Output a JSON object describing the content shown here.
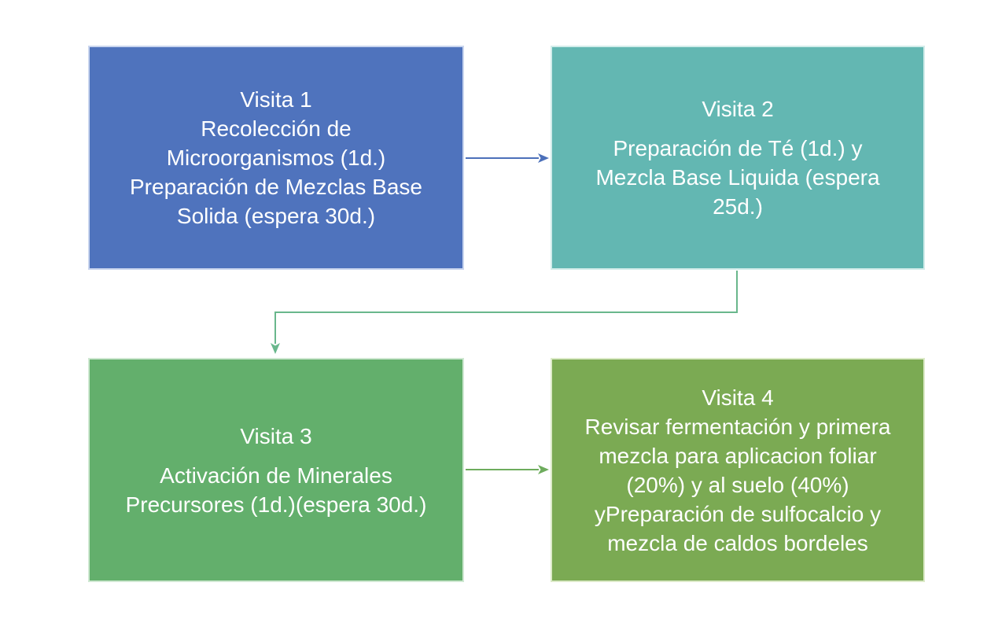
{
  "page": {
    "background": "#FFFFFF"
  },
  "diagram": {
    "type": "flowchart",
    "nodes": [
      {
        "id": "visita-1",
        "title": "Visita 1",
        "body": "Recolección de\nMicroorganismos (1d.)\nPreparación de Mezclas Base\nSolida (espera 30d.)",
        "fill": "#4F73BD",
        "border_color": "#C9D5EE",
        "text_color": "#FFFFFF"
      },
      {
        "id": "visita-2",
        "title": "Visita 2",
        "body": "Preparación de Té  (1d.) y\nMezcla Base Liquida (espera\n25d.)",
        "fill": "#63B7B2",
        "border_color": "#D2ECEA",
        "text_color": "#FFFFFF"
      },
      {
        "id": "visita-3",
        "title": "Visita 3",
        "body": "Activación de Minerales\nPrecursores (1d.)(espera 30d.)",
        "fill": "#63AF6C",
        "border_color": "#CFE8D2",
        "text_color": "#FFFFFF"
      },
      {
        "id": "visita-4",
        "title": "Visita 4",
        "body": "Revisar fermentación y primera\nmezcla para aplicacion foliar\n(20%) y al suelo (40%)\nyPreparación de sulfocalcio y\nmezcla de caldos bordeles",
        "fill": "#7BAA53",
        "border_color": "#DCEAC8",
        "text_color": "#FFFFFF"
      }
    ],
    "connectors": [
      {
        "id": "connector-visita1-visita2",
        "from": "Visita 1",
        "to": "Visita 2",
        "color": "#4C70BA"
      },
      {
        "id": "connector-visita2-visita3",
        "from": "Visita 2",
        "to": "Visita 3",
        "color": "#69B78C"
      },
      {
        "id": "connector-visita3-visita4",
        "from": "Visita 3",
        "to": "Visita 4",
        "color": "#6EAC5D"
      }
    ]
  }
}
